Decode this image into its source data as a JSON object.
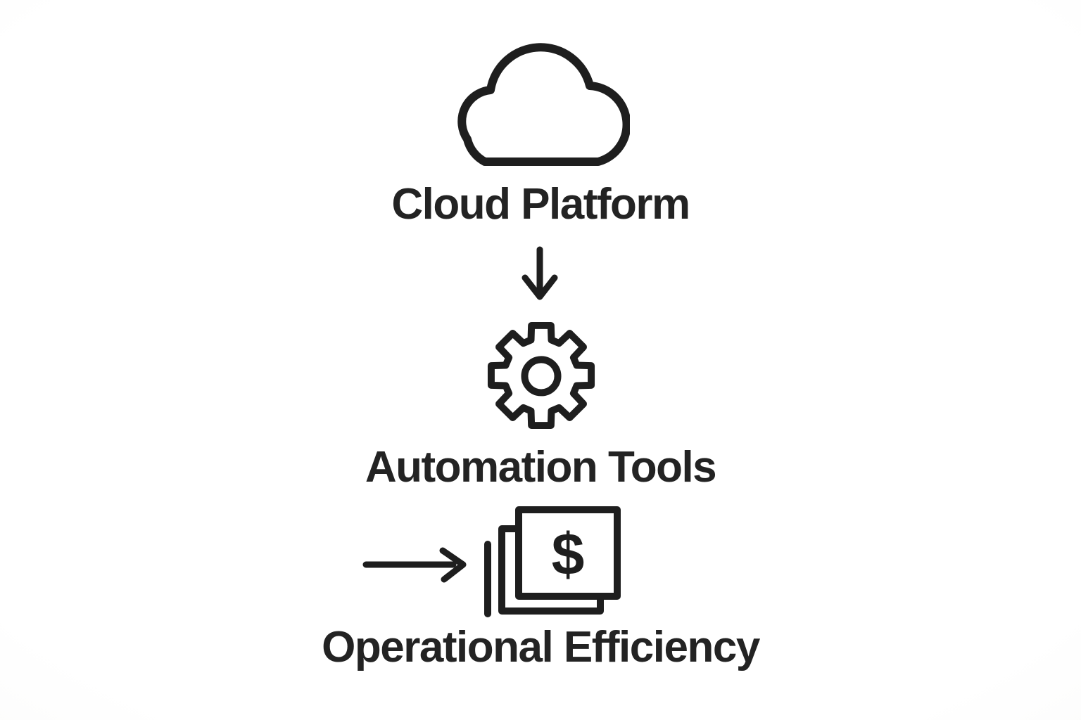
{
  "page": {
    "background_color": "#fbfbfa",
    "ink_color": "#1e1e1e",
    "text_color": "#232323"
  },
  "diagram": {
    "type": "flow",
    "direction": "top-to-bottom",
    "nodes": [
      {
        "id": "cloud-platform",
        "label": "Cloud Platform",
        "icon": "cloud-icon"
      },
      {
        "id": "automation-tools",
        "label": "Automation Tools",
        "icon": "gear-icon"
      },
      {
        "id": "operational-efficiency",
        "label": "Operational Efficiency",
        "icon": "money-stack-icon",
        "currency_symbol": "$"
      }
    ],
    "connectors": [
      {
        "from": "cloud-platform",
        "to": "automation-tools",
        "style": "arrow-down"
      },
      {
        "from": "automation-tools",
        "to": "operational-efficiency",
        "style": "arrow-right"
      }
    ]
  }
}
